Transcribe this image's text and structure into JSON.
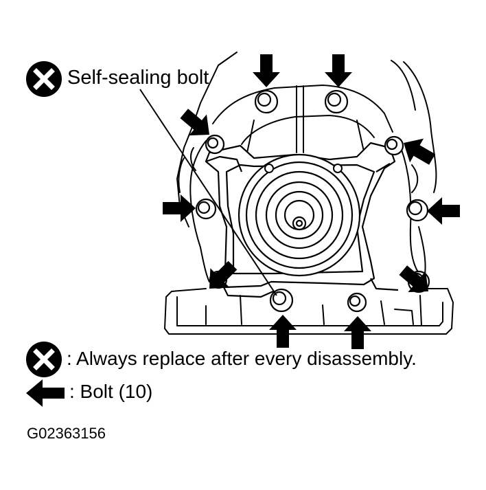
{
  "callout": {
    "label": "Self-sealing bolt",
    "icon": "x-circle-icon"
  },
  "legend": {
    "self_sealing": {
      "icon": "x-circle-icon",
      "text": ": Always replace after every disassembly."
    },
    "bolt": {
      "icon": "left-arrow-icon",
      "text": ": Bolt (10)"
    }
  },
  "figure_code": "G02363156",
  "colors": {
    "ink": "#000000",
    "paper": "#ffffff"
  }
}
